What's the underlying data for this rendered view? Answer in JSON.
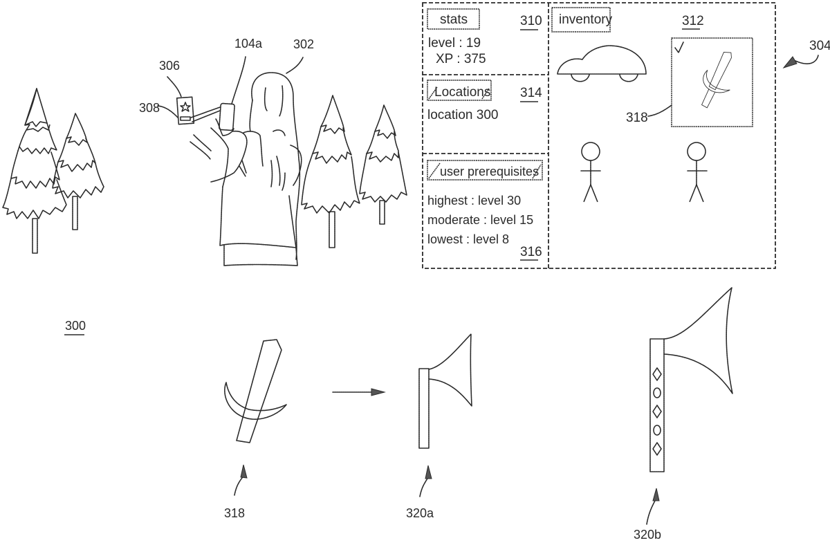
{
  "figure": {
    "scene_label": "300",
    "user_label": "302",
    "ui_panel_label": "304",
    "marker_label": "306",
    "code_label": "308",
    "device_label": "104a"
  },
  "panel": {
    "stats": {
      "header": "stats",
      "ref": "310",
      "level_line": "level : 19",
      "xp_line": "XP : 375"
    },
    "locations": {
      "header": "Locations",
      "ref": "314",
      "value": "location 300"
    },
    "prerequisites": {
      "header": "user prerequisites",
      "ref": "316",
      "lines": [
        "highest : level 30",
        "moderate : level 15",
        "lowest : level 8"
      ]
    },
    "inventory": {
      "header": "inventory",
      "ref": "312",
      "selected_item_ref": "318",
      "items": [
        "car-icon",
        "sword-icon",
        "stick-figure-icon",
        "stick-figure-icon"
      ]
    }
  },
  "transformation": {
    "source_ref": "318",
    "upgraded_ref_a": "320a",
    "upgraded_ref_b": "320b",
    "gem_sequence": [
      "diamond",
      "circle",
      "diamond",
      "circle",
      "diamond"
    ]
  }
}
